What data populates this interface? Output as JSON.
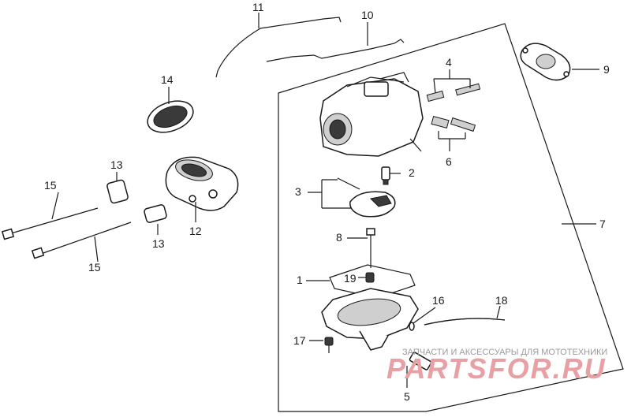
{
  "callouts": [
    "1",
    "2",
    "3",
    "4",
    "5",
    "6",
    "7",
    "8",
    "9",
    "10",
    "11",
    "12",
    "13",
    "13",
    "14",
    "15",
    "15",
    "16",
    "17",
    "18",
    "19"
  ],
  "watermark": {
    "tagline": "ЗАПЧАСТИ И АКСЕССУАРЫ ДЛЯ МОТОТЕХНИКИ",
    "logo": "PARTSFOR.RU",
    "color": "#e8a0a4"
  }
}
